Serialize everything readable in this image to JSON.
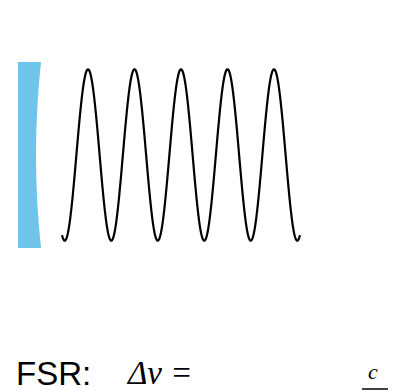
{
  "diagram": {
    "labels": [
      "FSR:",
      "Δν =",
      "c"
    ]
  }
}
